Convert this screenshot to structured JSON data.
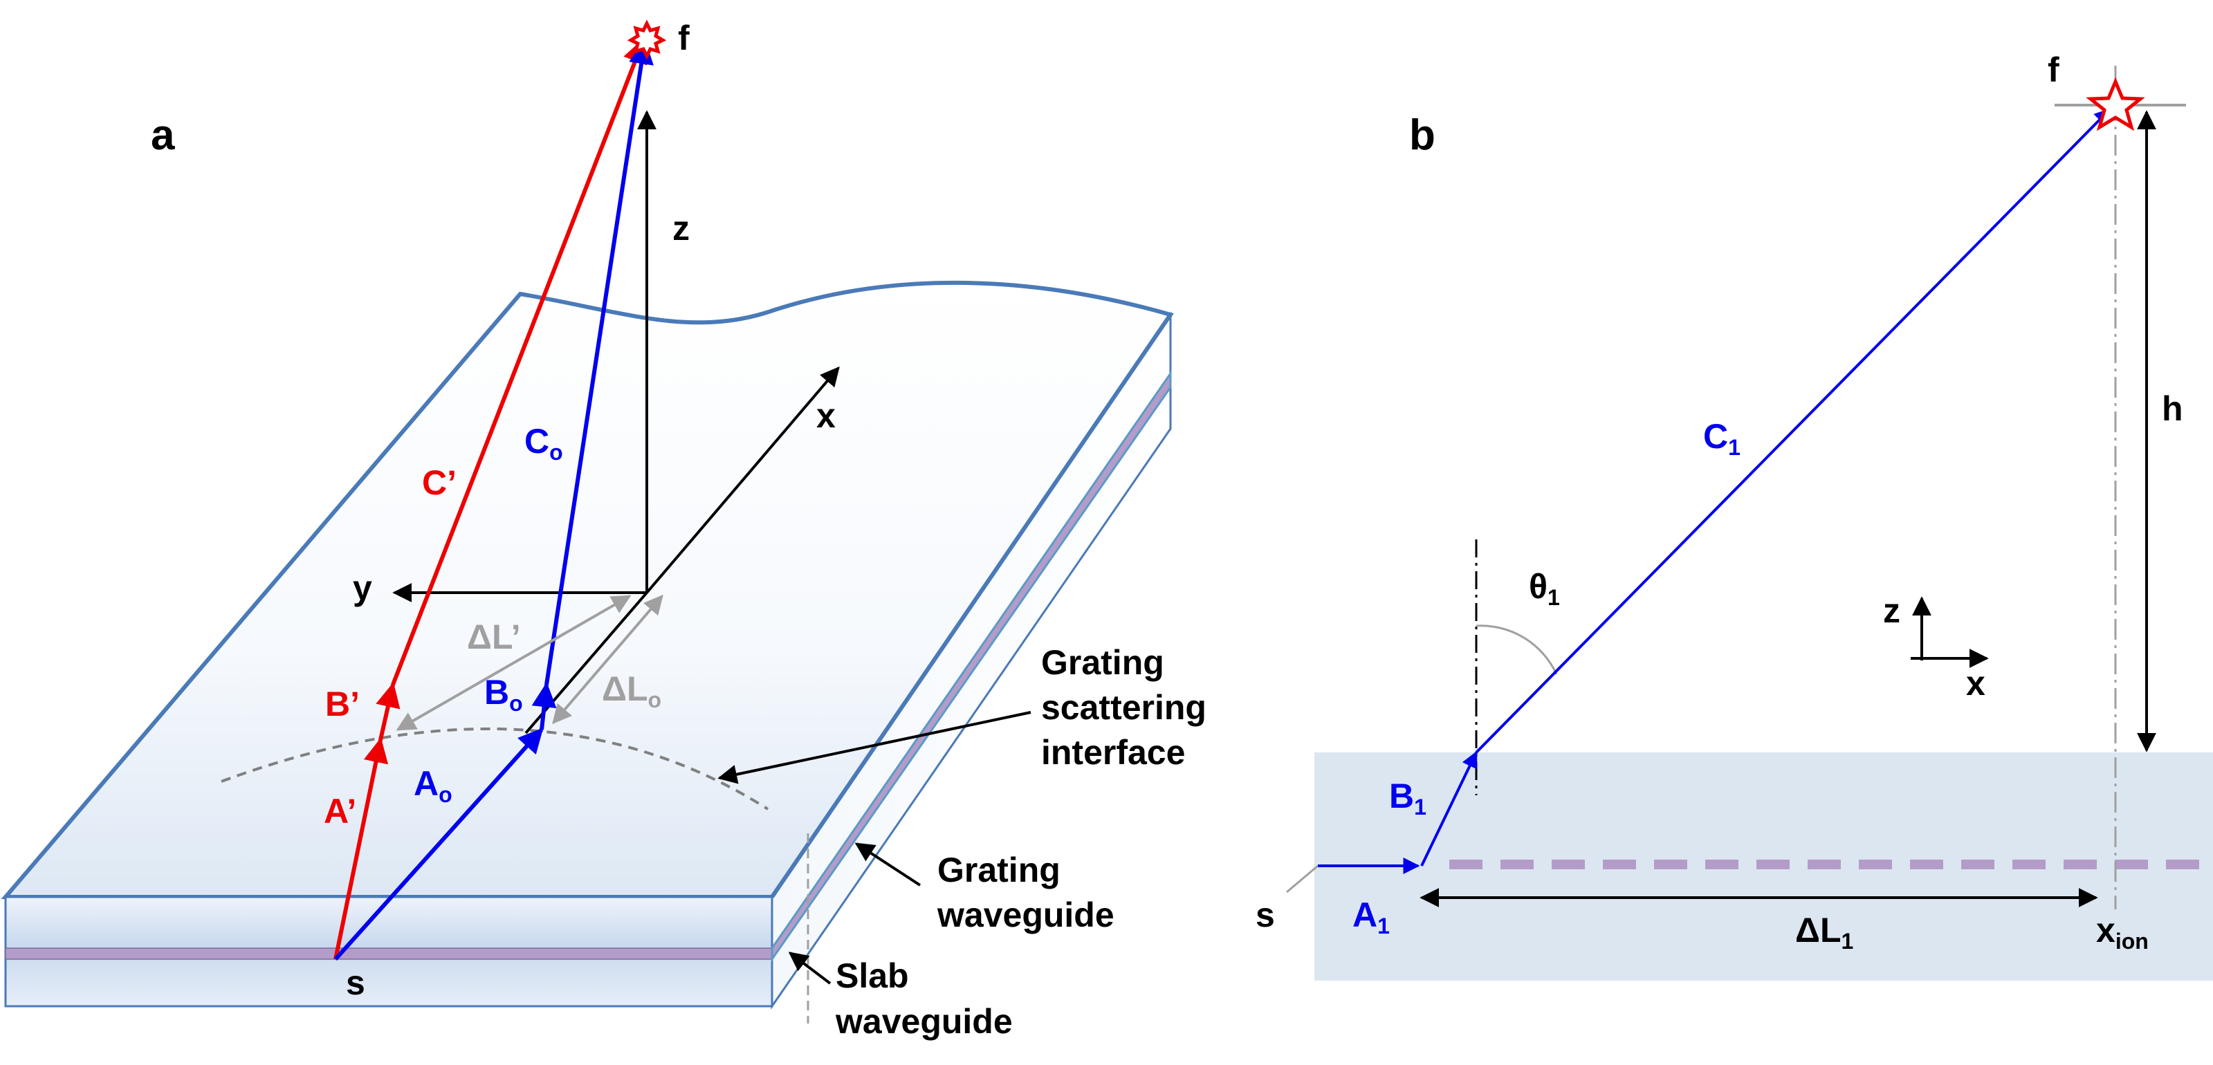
{
  "panel_a": {
    "label": "a",
    "focus": "f",
    "source": "s",
    "axes": {
      "z": "z",
      "y": "y",
      "x": "x"
    },
    "red_path": {
      "a": "A’",
      "b": "B’",
      "c": "C’"
    },
    "blue_path": {
      "a": "A",
      "b": "B",
      "c": "C",
      "sub": "o"
    },
    "delta_red": {
      "main": "ΔL’"
    },
    "delta_blue": {
      "main": "ΔL",
      "sub": "o"
    },
    "callouts": {
      "scatter": [
        "Grating",
        "scattering",
        "interface"
      ],
      "grating_wg": [
        "Grating",
        "waveguide"
      ],
      "slab_wg": [
        "Slab",
        "waveguide"
      ]
    },
    "colors": {
      "red": "#ee0000",
      "blue": "#0000ee",
      "gray": "#a0a0a0",
      "slab_edge": "#4a7ab8",
      "grating": "#b49cc8"
    }
  },
  "panel_b": {
    "label": "b",
    "focus": "f",
    "source": "s",
    "height": "h",
    "axes": {
      "z": "z",
      "x": "x"
    },
    "theta": {
      "main": "θ",
      "sub": "1"
    },
    "a_seg": {
      "main": "A",
      "sub": "1"
    },
    "b_seg": {
      "main": "B",
      "sub": "1"
    },
    "c_seg": {
      "main": "C",
      "sub": "1"
    },
    "delta": {
      "main": "ΔL",
      "sub": "1"
    },
    "x_ion": {
      "main": "x",
      "sub": "ion"
    },
    "colors": {
      "slab": "#dce6f1",
      "dash": "#b49cc8",
      "blue": "#0000ee"
    }
  }
}
